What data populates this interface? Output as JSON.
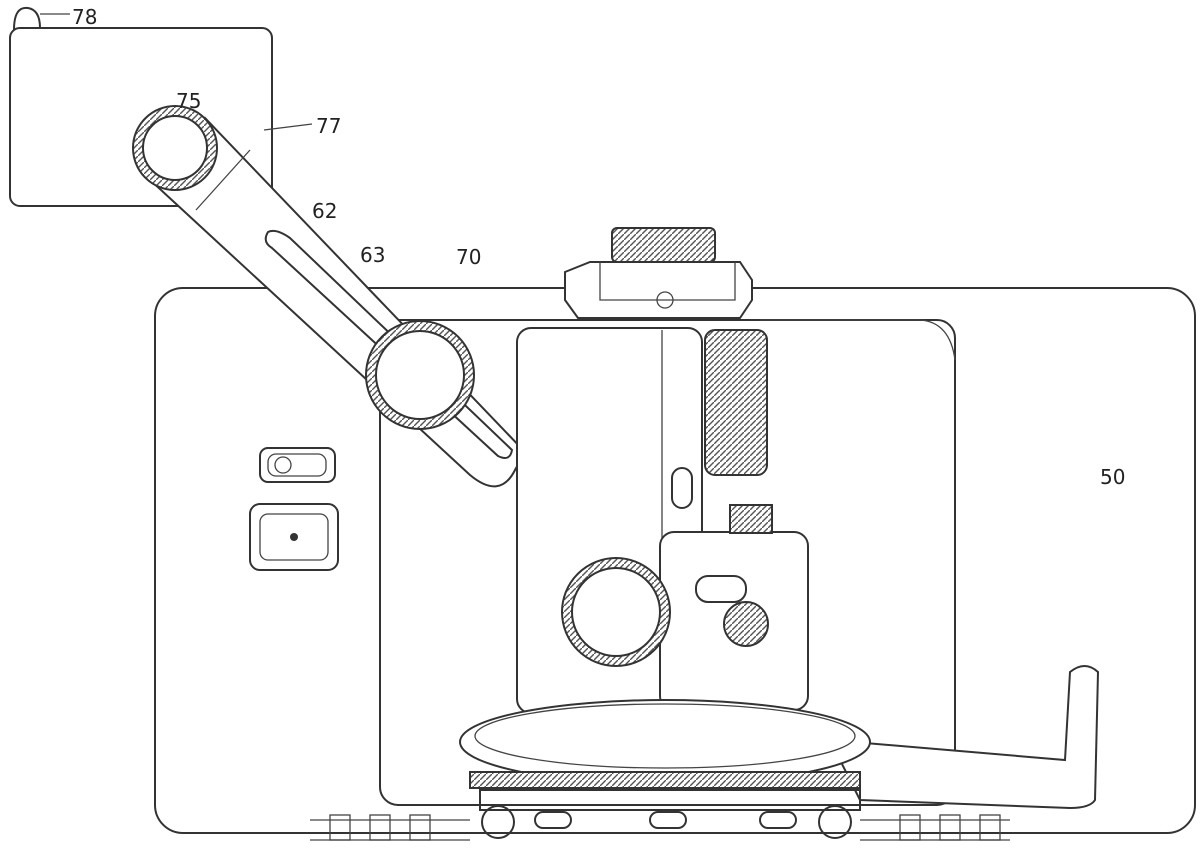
{
  "figure": {
    "labels": {
      "box": "78",
      "pivot_ring": "75",
      "panel": "77",
      "arm": "62",
      "slot": "63",
      "ring": "70",
      "housing": "50"
    }
  }
}
